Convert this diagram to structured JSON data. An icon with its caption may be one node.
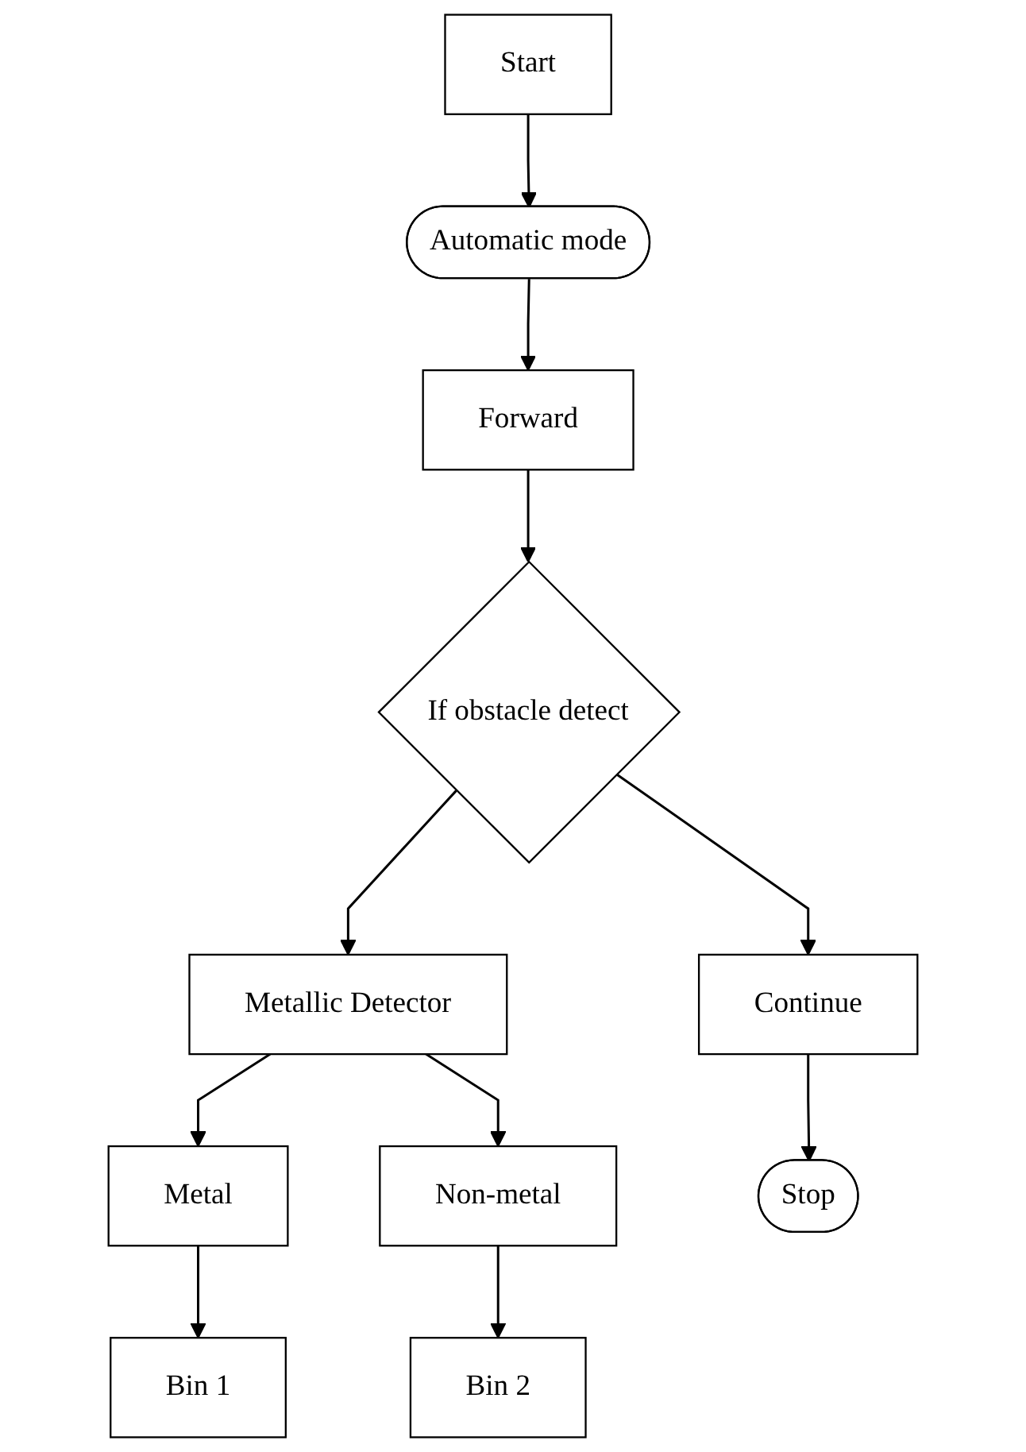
{
  "diagram": {
    "nodes": [
      {
        "text": [
          "Start"
        ]
      },
      {
        "text": [
          "Automatic mode"
        ]
      },
      {
        "text": [
          "Forward"
        ]
      },
      {
        "text": [
          "If obstacle detect"
        ]
      },
      {
        "text": [
          "Metallic Detector"
        ]
      },
      {
        "text": [
          "Continue"
        ]
      },
      {
        "text": [
          "Metal"
        ]
      },
      {
        "text": [
          "Non-metal"
        ]
      },
      {
        "text": [
          "Bin 1"
        ]
      },
      {
        "text": [
          "Bin 2"
        ]
      },
      {
        "text": [
          "Stop"
        ]
      }
    ],
    "edges": [
      {
        "from": 0,
        "to": 1,
        "arrow": "to"
      },
      {
        "from": 1,
        "to": 2,
        "arrow": "to"
      },
      {
        "from": 2,
        "to": 3,
        "arrow": "to"
      },
      {
        "from": 3,
        "to": 4,
        "arrow": "to"
      },
      {
        "from": 3,
        "to": 5,
        "arrow": "to"
      },
      {
        "from": 4,
        "to": 6,
        "arrow": "to"
      },
      {
        "from": 4,
        "to": 7,
        "arrow": "to"
      },
      {
        "from": 6,
        "to": 8,
        "arrow": "to"
      },
      {
        "from": 7,
        "to": 9,
        "arrow": "to"
      },
      {
        "from": 5,
        "to": 10,
        "arrow": "to"
      }
    ]
  }
}
